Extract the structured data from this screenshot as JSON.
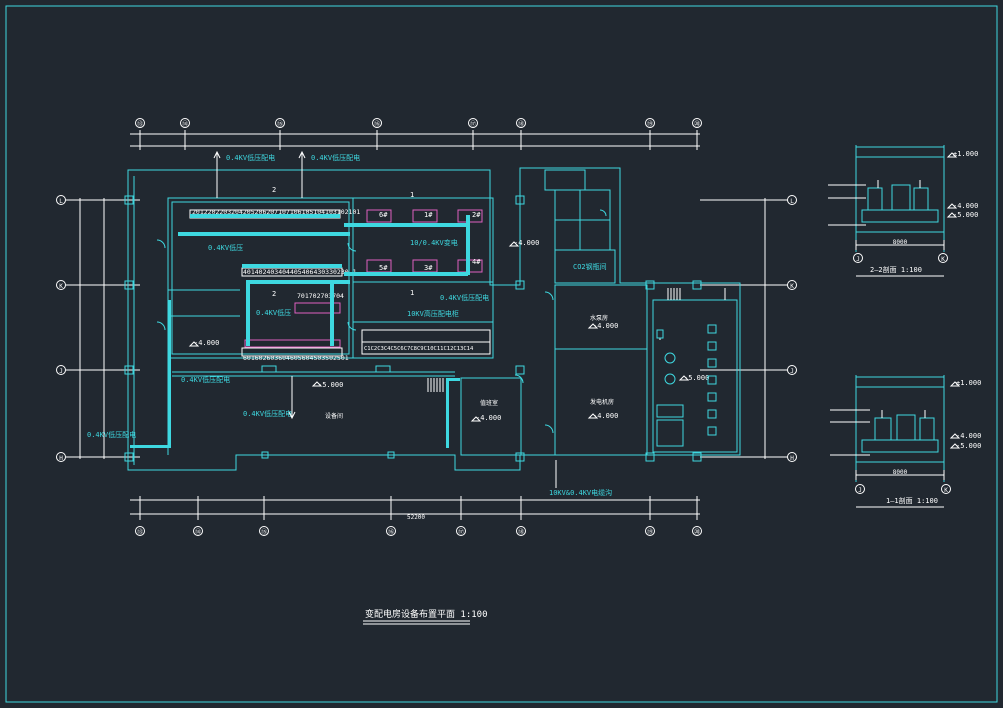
{
  "colors": {
    "background": "#212830",
    "line": "#3ed8e0",
    "text": "#ffffff",
    "accent": "#e060c0"
  },
  "plan": {
    "title": "变配电房设备布置平面 1:100",
    "column_axes": [
      "⑬",
      "⑭",
      "⑮",
      "⑯",
      "⑰",
      "⑱",
      "⑲",
      "⑳"
    ],
    "row_axes": [
      "L",
      "K",
      "J",
      "H"
    ],
    "dimension_total_bottom": "52200",
    "rooms": {
      "co2": "CO2钢瓶间",
      "equipment_left": "设备间",
      "equipment_mid": "值班室",
      "room_right_top": "水泵房",
      "room_right_bottom": "发电机房"
    },
    "cabinet_rows": {
      "row1": "2012202203204205206207107106105104103102101",
      "row2": "401402403404405406430330230 1",
      "row3": "701702703704",
      "row4": "601602603604605604503502501",
      "hv_row": "C1C2C3C4C5C6C7C8C9C10C11C12C13C14"
    },
    "labels": {
      "lv_top1": "0.4KV低压配电",
      "lv_top2": "0.4KV低压配电",
      "lv_mid": "0.4KV低压",
      "lv_mid2": "0.4KV低压",
      "lv_left": "0.4KV低压配电",
      "lv_bottom": "0.4KV低压配电",
      "lv_far_left": "0.4KV低压配电",
      "transformer": "10/0.4KV变电",
      "hv": "10KV高压配电柜",
      "lv_right": "0.4KV低压配电",
      "hv_bottom": "10KV&0.4KV电缆沟",
      "t1": "1#",
      "t2": "2#",
      "t3": "3#",
      "t4": "4#",
      "t5": "5#",
      "t6": "6#",
      "marker1": "1",
      "marker2": "2"
    },
    "elevations": {
      "e1": "-4.000",
      "e2": "-4.000",
      "e3": "-5.000",
      "e4": "-4.000",
      "e5": "-4.000",
      "e6": "-4.000",
      "e7": "-5.000"
    }
  },
  "section_2_2": {
    "title": "2—2剖面 1:100",
    "axes": [
      "J",
      "K"
    ],
    "elevations": [
      "±1.000",
      "-4.000",
      "-5.000"
    ],
    "dimension": "8000"
  },
  "section_1_1": {
    "title": "1—1剖面 1:100",
    "axes": [
      "J",
      "K"
    ],
    "elevations": [
      "±1.000",
      "-4.000",
      "-5.000"
    ],
    "dimension": "8000"
  }
}
